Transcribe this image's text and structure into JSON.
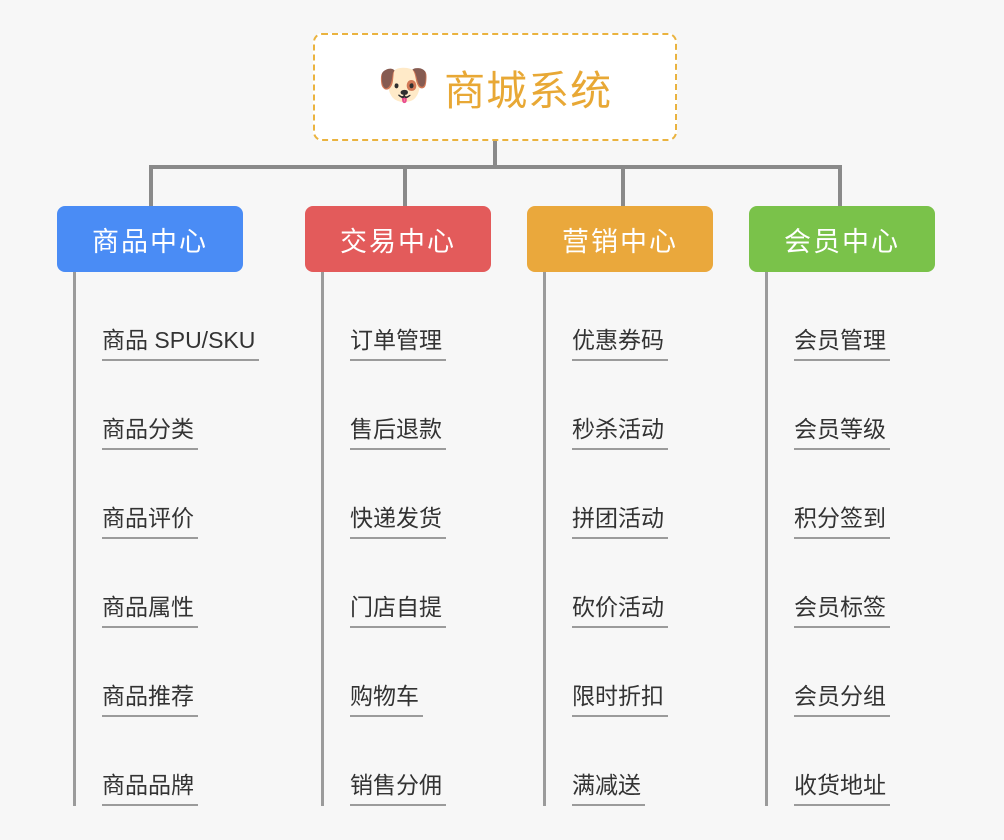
{
  "diagram": {
    "type": "org-chart",
    "background_color": "#f7f7f7",
    "connector_color": "#8a8a8a",
    "root": {
      "icon": "dog-face-icon",
      "icon_glyph": "🐶",
      "title": "商城系统",
      "text_color": "#e8a835",
      "border_color": "#eab33f",
      "border_style": "dashed",
      "background_color": "#ffffff"
    },
    "categories": [
      {
        "label": "商品中心",
        "color": "#4a8cf5",
        "items": [
          "商品 SPU/SKU",
          "商品分类",
          "商品评价",
          "商品属性",
          "商品推荐",
          "商品品牌"
        ]
      },
      {
        "label": "交易中心",
        "color": "#e35b5b",
        "items": [
          "订单管理",
          "售后退款",
          "快递发货",
          "门店自提",
          "购物车",
          "销售分佣"
        ]
      },
      {
        "label": "营销中心",
        "color": "#eaa83c",
        "items": [
          "优惠券码",
          "秒杀活动",
          "拼团活动",
          "砍价活动",
          "限时折扣",
          "满减送"
        ]
      },
      {
        "label": "会员中心",
        "color": "#7ac24a",
        "items": [
          "会员管理",
          "会员等级",
          "积分签到",
          "会员标签",
          "会员分组",
          "收货地址"
        ]
      }
    ]
  }
}
